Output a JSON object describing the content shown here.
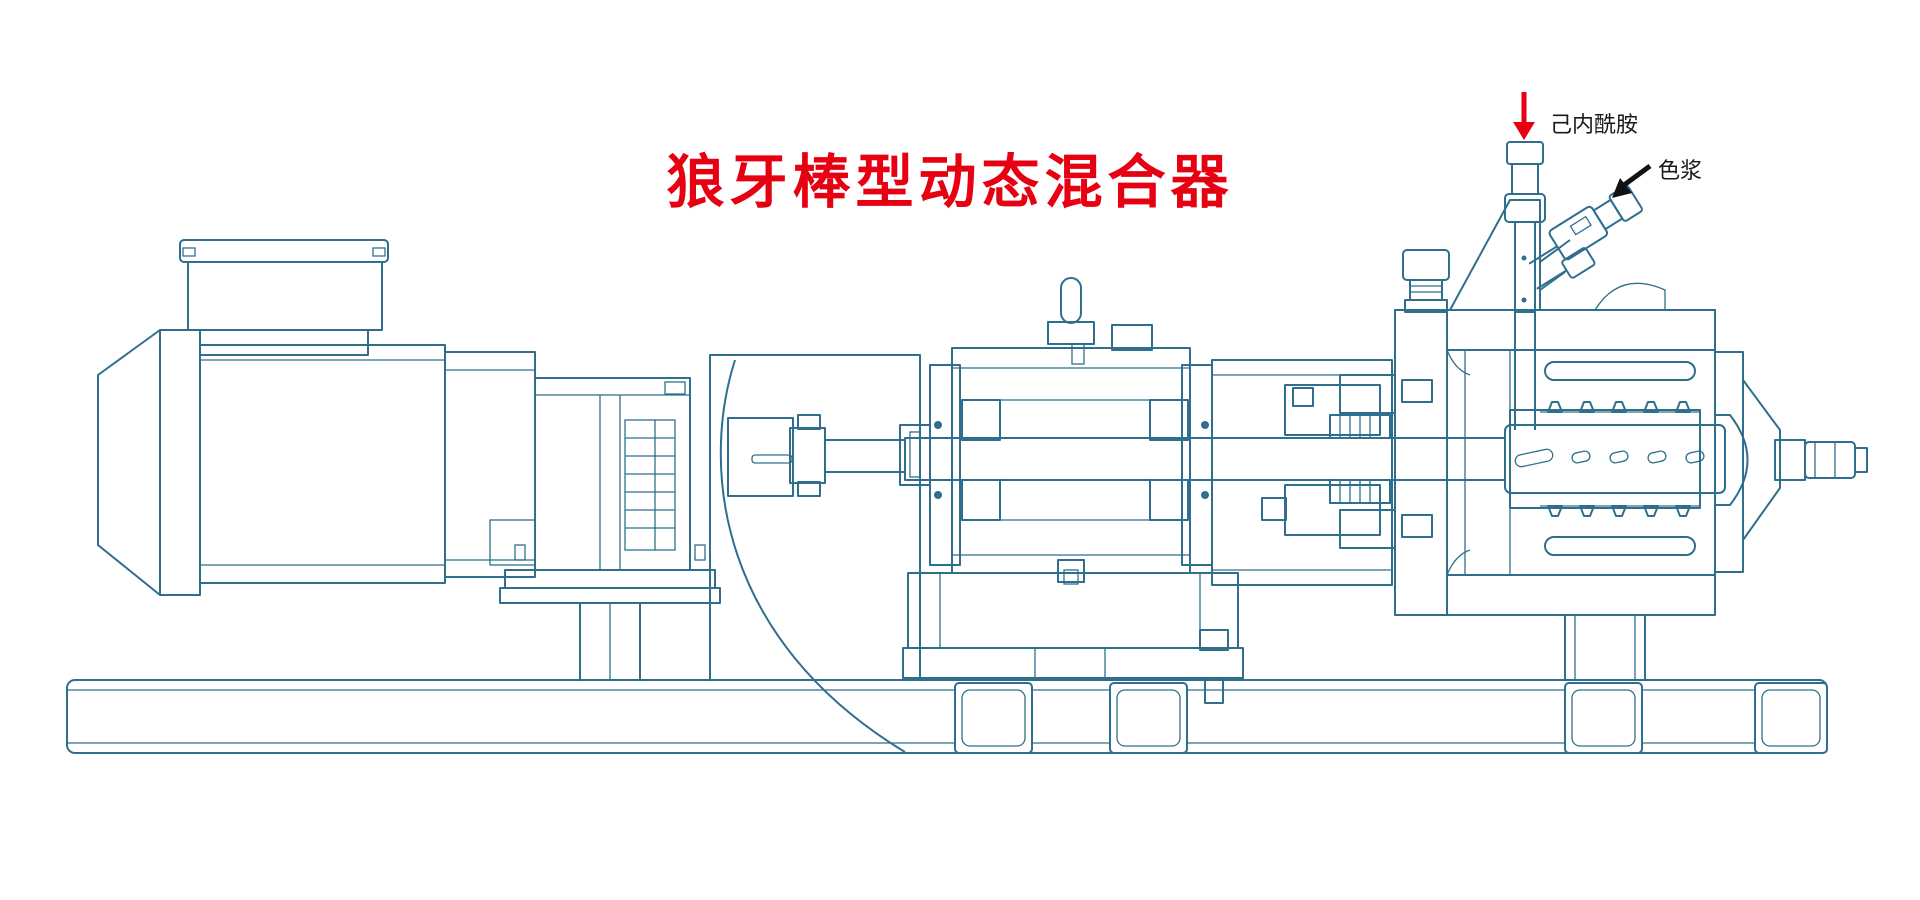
{
  "title": "狼牙棒型动态混合器",
  "inlets": {
    "caprolactam": {
      "label": "己内酰胺",
      "arrow_color": "#e60012"
    },
    "color_paste": {
      "label": "色浆",
      "arrow_color": "#111111"
    }
  },
  "colors": {
    "title": "#e60012",
    "line": "#2f6f8d",
    "background": "#ffffff"
  }
}
